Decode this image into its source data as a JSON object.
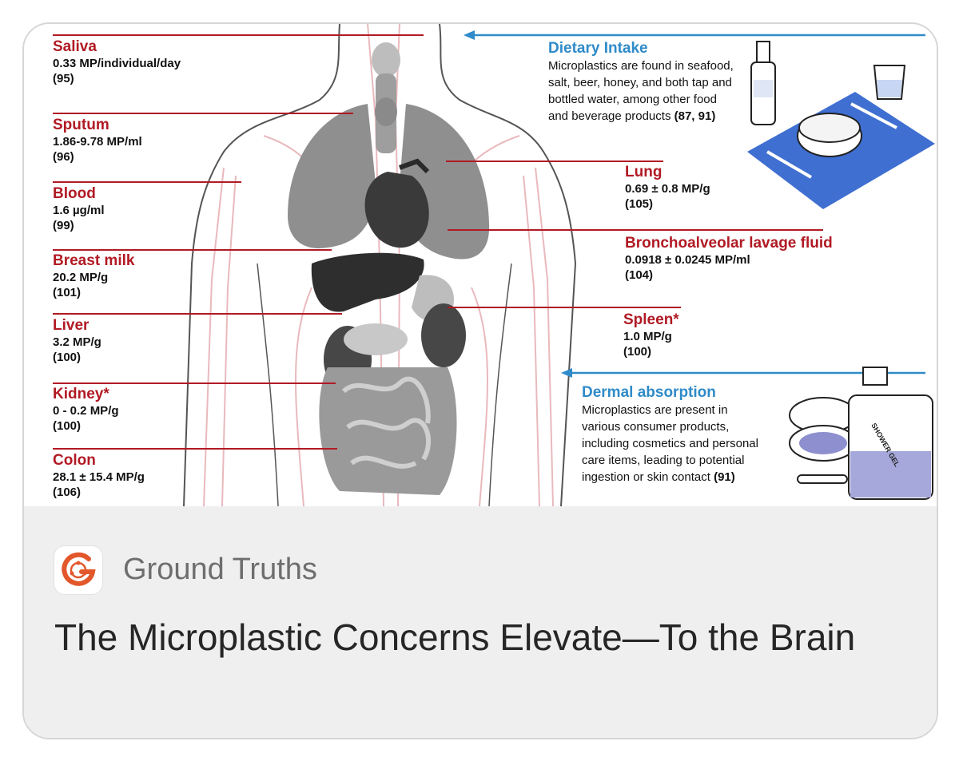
{
  "figure": {
    "left_labels": [
      {
        "title": "Saliva",
        "value": "0.33 MP/individual/day",
        "ref": "(95)"
      },
      {
        "title": "Sputum",
        "value": "1.86-9.78 MP/ml",
        "ref": "(96)"
      },
      {
        "title": "Blood",
        "value": "1.6 µg/ml",
        "ref": "(99)"
      },
      {
        "title": "Breast milk",
        "value": "20.2 MP/g",
        "ref": "(101)"
      },
      {
        "title": "Liver",
        "value": "3.2 MP/g",
        "ref": "(100)"
      },
      {
        "title": "Kidney*",
        "value": "0 - 0.2 MP/g",
        "ref": "(100)"
      },
      {
        "title": "Colon",
        "value": "28.1 ± 15.4 MP/g",
        "ref": "(106)"
      }
    ],
    "right_labels": [
      {
        "title": "Lung",
        "value": "0.69 ± 0.8  MP/g",
        "ref": "(105)"
      },
      {
        "title": "Bronchoalveolar lavage fluid",
        "value": "0.0918 ± 0.0245 MP/ml",
        "ref": "(104)"
      },
      {
        "title": "Spleen*",
        "value": "1.0 MP/g",
        "ref": "(100)"
      }
    ],
    "dietary": {
      "title": "Dietary Intake",
      "lines": [
        "Microplastics are found in seafood,",
        "salt, beer, honey, and both tap and",
        "bottled water, among other food"
      ],
      "last_line": "and beverage products ",
      "last_ref": "(87, 91)"
    },
    "dermal": {
      "title": "Dermal absorption",
      "lines": [
        "Microplastics are present in",
        "various consumer products,",
        "including cosmetics and personal",
        "care items, leading to potential"
      ],
      "last_line": "ingestion or skin contact ",
      "last_ref": "(91)"
    },
    "bottle_text": "SHOWER GEL",
    "colors": {
      "label_red": "#b11a24",
      "accent_blue": "#2f8bc9"
    }
  },
  "footer": {
    "source": "Ground Truths",
    "logo_icon": "ground-truths-logo-icon",
    "headline": "The Microplastic Concerns Elevate—To the Brain"
  }
}
